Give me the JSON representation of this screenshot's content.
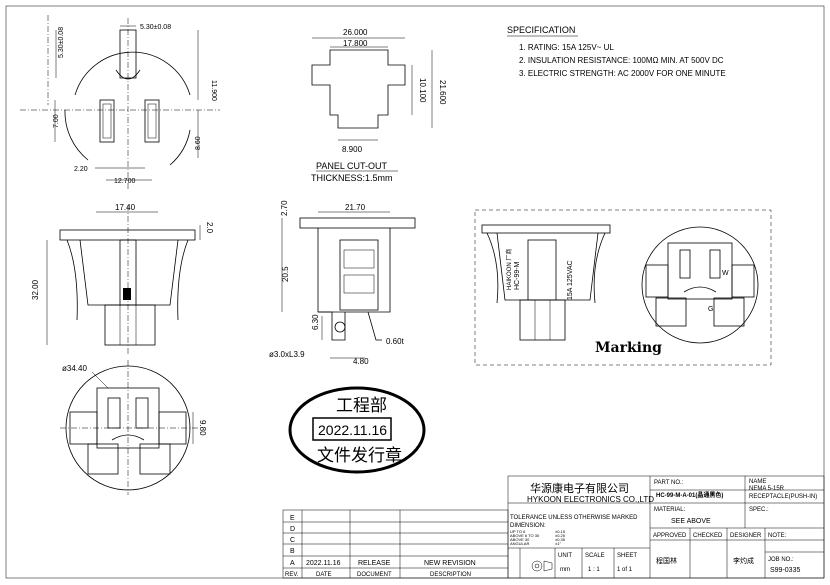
{
  "specification": {
    "heading": "SPECIFICATION",
    "items": [
      "1. RATING: 15A 125V~ UL",
      "2. INSULATION RESISTANCE: 100MΩ MIN. AT 500V DC",
      "3. ELECTRIC STRENGTH: AC 2000V FOR ONE MINUTE"
    ]
  },
  "top_left_view": {
    "dims": [
      "5.30±0.08",
      "5.30±0.08",
      "11.900",
      "7.00",
      "8.60",
      "2.20",
      "12.700"
    ]
  },
  "panel_cutout": {
    "dims": [
      "26.000",
      "17.800",
      "10.100",
      "21.600",
      "8.900"
    ],
    "title": "PANEL CUT-OUT",
    "thickness": "THICKNESS:1.5mm"
  },
  "front_view": {
    "dims": [
      "17.40",
      "2.0",
      "32.00"
    ]
  },
  "side_view": {
    "dims": [
      "2.70",
      "21.70",
      "20.5",
      "6.30",
      "0.60t",
      "ø3.0xL3.9",
      "4.80"
    ]
  },
  "bottom_view": {
    "dims": [
      "ø34.40",
      "9.80"
    ]
  },
  "marking_view": {
    "label": "Marking",
    "side_texts": [
      "15A 125VAC",
      "HC-99-M",
      "HAIKOON 厂商"
    ],
    "mark_letters": [
      "G",
      "W"
    ]
  },
  "stamp": {
    "top": "工程部",
    "date": "2022.11.16",
    "bottom": "文件发行章"
  },
  "title_block": {
    "company_cn": "华源康电子有限公司",
    "company_en": "HYKOON ELECTRONICS CO.,LTD",
    "part_no_label": "PART NO.:",
    "part_no": "HC-99-M-A-01(晶通黑色)",
    "name_label": "NAME",
    "name_lines": [
      "NEMA 5-15R",
      "RECEPTACLE(PUSH-IN)"
    ],
    "material_label": "MATERIAL:",
    "material": "SEE ABOVE",
    "spec_label": "SPEC.:",
    "tolerance": [
      "TOLERANCE UNLESS OTHERWISE MARKED",
      "DIMENSION:"
    ],
    "tolerance_rows": [
      {
        "range": "UP TO 6",
        "tol": "±0.15"
      },
      {
        "range": "ABOVE 6 TO 30",
        "tol": "±0.25"
      },
      {
        "range": "ABOVE 30",
        "tol": "±0.35"
      },
      {
        "range": "ANGULAR",
        "tol": "±1°"
      }
    ],
    "unit_label": "UNIT",
    "unit": "mm",
    "scale_label": "SCALE",
    "scale": "1 : 1",
    "sheet_label": "SHEET",
    "sheet": "1 of 1",
    "approved_label": "APPROVED",
    "checked_label": "CHECKED",
    "designer_label": "DESIGNER",
    "note_label": "NOTE:",
    "approved_by": "程国林",
    "designer": "李灼成",
    "job_label": "JOB NO.:",
    "job_no": "S99-0335"
  },
  "revision_table": {
    "rows": [
      {
        "rev": "E",
        "date": "",
        "release": "",
        "revision": ""
      },
      {
        "rev": "D",
        "date": "",
        "release": "",
        "revision": ""
      },
      {
        "rev": "C",
        "date": "",
        "release": "",
        "revision": ""
      },
      {
        "rev": "B",
        "date": "",
        "release": "",
        "revision": ""
      },
      {
        "rev": "A",
        "date": "2022.11.16",
        "release": "RELEASE",
        "revision": "NEW REVISION"
      }
    ],
    "headers": [
      "REV.",
      "DATE",
      "DOCUMENT",
      "DESCRIPTION"
    ],
    "col_headers": []
  }
}
